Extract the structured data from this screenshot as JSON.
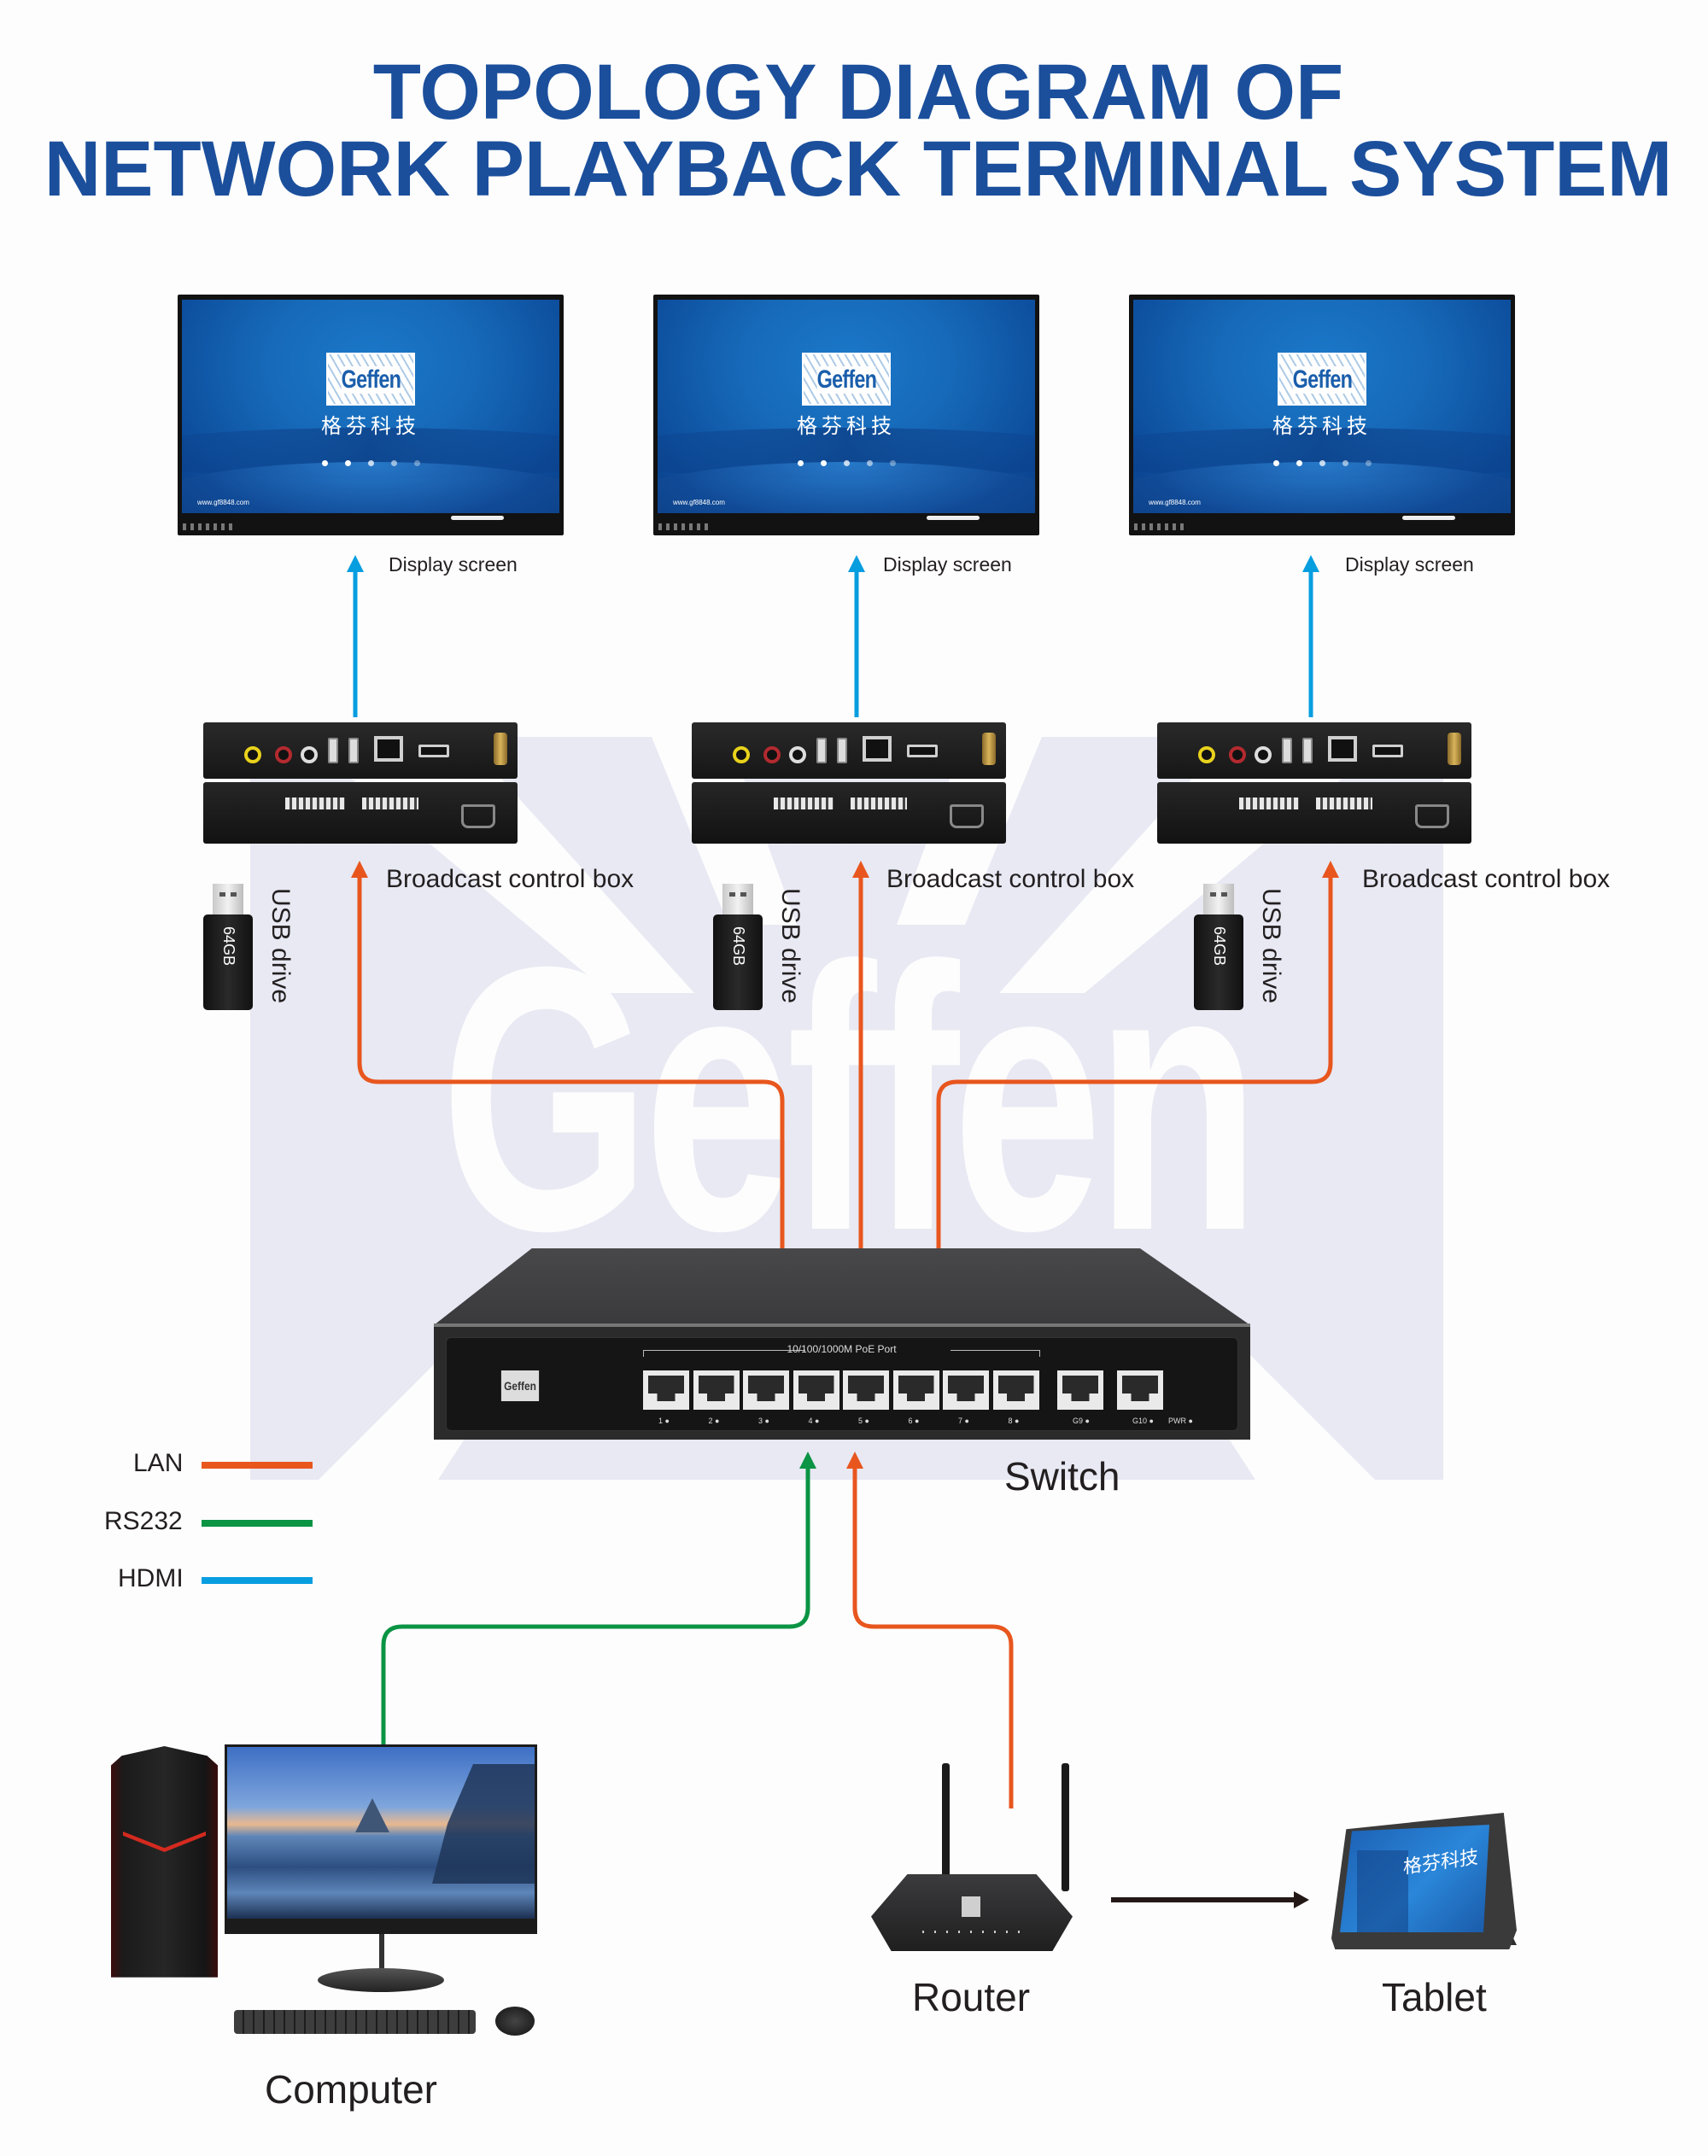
{
  "title": {
    "line1": "TOPOLOGY DIAGRAM OF",
    "line2": "NETWORK PLAYBACK TERMINAL SYSTEM"
  },
  "colors": {
    "title": "#1b4f9c",
    "lan": "#e8561e",
    "rs232": "#0a9444",
    "hdmi": "#079ee0",
    "watermark": "#e8e9f3",
    "arrow_dark": "#231815"
  },
  "watermark": {
    "text": "Geffen"
  },
  "displays": [
    {
      "label": "Display screen",
      "logo": "Geffen",
      "cn_text": "格芬科技",
      "url": "www.gf8848.com"
    },
    {
      "label": "Display screen",
      "logo": "Geffen",
      "cn_text": "格芬科技",
      "url": "www.gf8848.com"
    },
    {
      "label": "Display screen",
      "logo": "Geffen",
      "cn_text": "格芬科技",
      "url": "www.gf8848.com"
    }
  ],
  "control_boxes": [
    {
      "label": "Broadcast control box"
    },
    {
      "label": "Broadcast control box"
    },
    {
      "label": "Broadcast control box"
    }
  ],
  "usb_drives": [
    {
      "label": "USB drive",
      "capacity": "64GB"
    },
    {
      "label": "USB drive",
      "capacity": "64GB"
    },
    {
      "label": "USB drive",
      "capacity": "64GB"
    }
  ],
  "switch": {
    "label": "Switch",
    "logo": "Geffen",
    "port_group_label": "10/100/1000M PoE Port",
    "ports": [
      "1",
      "2",
      "3",
      "4",
      "5",
      "6",
      "7",
      "8",
      "G9",
      "G10"
    ],
    "power_label": "PWR"
  },
  "legend": [
    {
      "label": "LAN",
      "color": "#e8561e"
    },
    {
      "label": "RS232",
      "color": "#0a9444"
    },
    {
      "label": "HDMI",
      "color": "#079ee0"
    }
  ],
  "devices": {
    "computer": {
      "label": "Computer"
    },
    "router": {
      "label": "Router"
    },
    "tablet": {
      "label": "Tablet",
      "cn_text": "格芬科技"
    }
  }
}
